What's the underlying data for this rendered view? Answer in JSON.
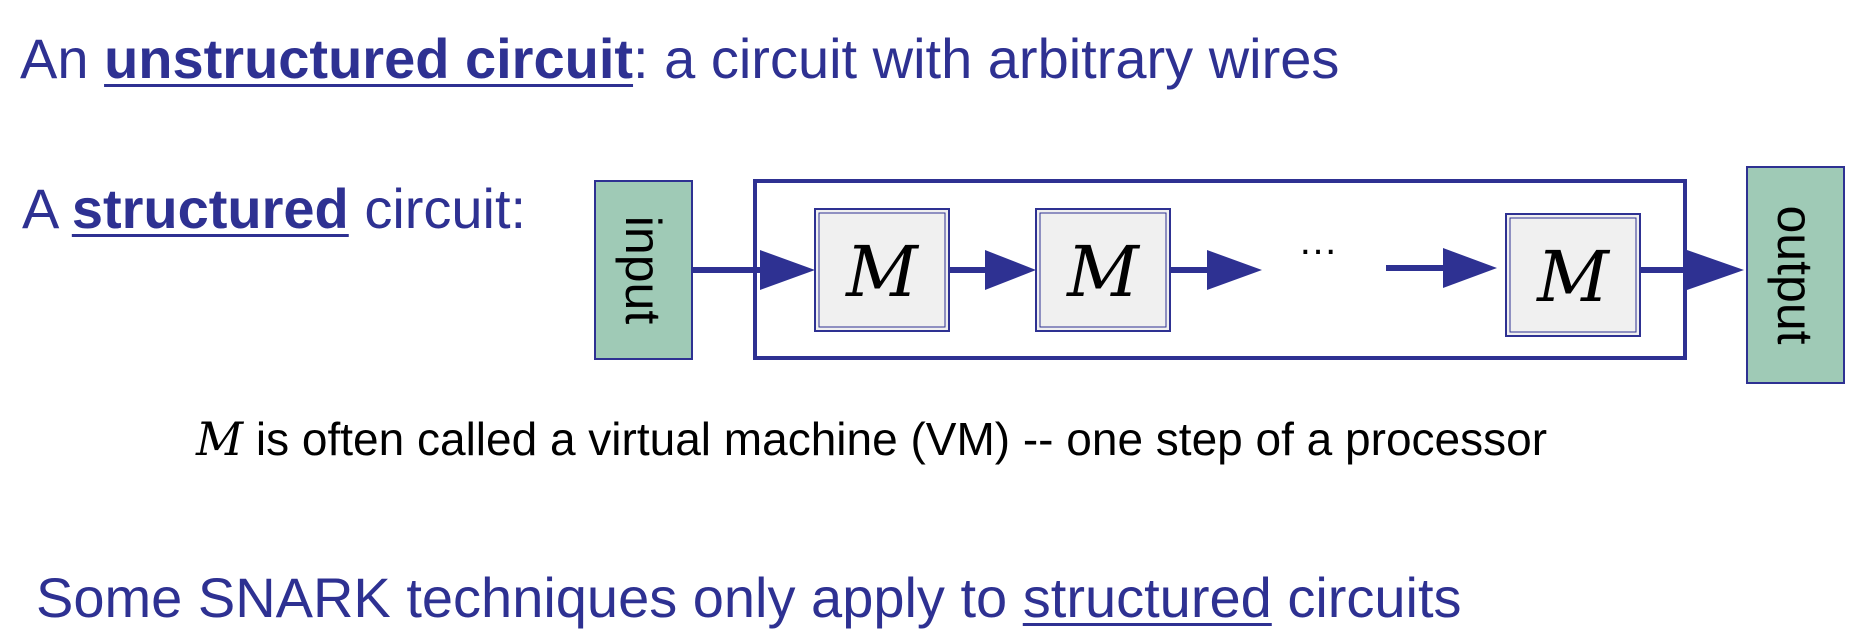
{
  "line1": {
    "prefix": "An ",
    "term": "unstructured circuit",
    "suffix": ":  a circuit with arbitrary wires"
  },
  "line2": {
    "prefix": "A ",
    "term": "structured",
    "suffix": " circuit:"
  },
  "diagram": {
    "input_label": "input",
    "output_label": "output",
    "step_label": "M",
    "ellipsis": "…",
    "colors": {
      "navy": "#2e3192",
      "io_fill": "#9fcab6",
      "box_fill": "#f0f0f0"
    }
  },
  "caption": {
    "symbol": "M",
    "text": " is often called a virtual machine (VM)  --  one step of a processor"
  },
  "line4": {
    "prefix": "Some SNARK techniques only apply to ",
    "term": "structured",
    "suffix": " circuits"
  }
}
